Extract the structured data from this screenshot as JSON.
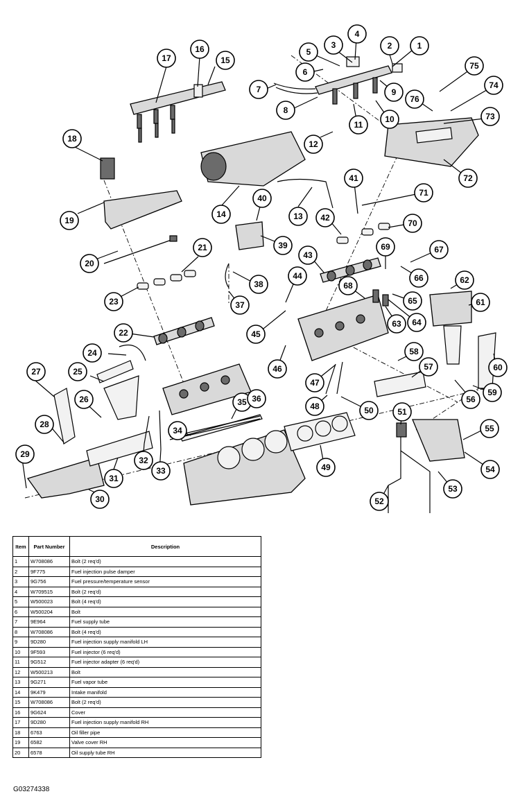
{
  "table": {
    "header": {
      "item": "Item",
      "part_number": "Part Number",
      "description": "Description"
    },
    "rows": [
      {
        "item": "1",
        "part": "W708086",
        "desc": "Bolt (2 req'd)"
      },
      {
        "item": "2",
        "part": "9F775",
        "desc": "Fuel injection pulse damper"
      },
      {
        "item": "3",
        "part": "9G756",
        "desc": "Fuel pressure/temperature sensor"
      },
      {
        "item": "4",
        "part": "W709515",
        "desc": "Bolt (2 req'd)"
      },
      {
        "item": "5",
        "part": "W500023",
        "desc": "Bolt (4 req'd)"
      },
      {
        "item": "6",
        "part": "W500204",
        "desc": "Bolt"
      },
      {
        "item": "7",
        "part": "9E964",
        "desc": "Fuel supply tube"
      },
      {
        "item": "8",
        "part": "W708086",
        "desc": "Bolt (4 req'd)"
      },
      {
        "item": "9",
        "part": "9D280",
        "desc": "Fuel injection supply manifold LH"
      },
      {
        "item": "10",
        "part": "9F593",
        "desc": "Fuel injector (6 req'd)"
      },
      {
        "item": "11",
        "part": "9G512",
        "desc": "Fuel injector adapter (6 req'd)"
      },
      {
        "item": "12",
        "part": "W500213",
        "desc": "Bolt"
      },
      {
        "item": "13",
        "part": "9G271",
        "desc": "Fuel vapor tube"
      },
      {
        "item": "14",
        "part": "9K479",
        "desc": "Intake manifold"
      },
      {
        "item": "15",
        "part": "W708086",
        "desc": "Bolt (2 req'd)"
      },
      {
        "item": "16",
        "part": "9G624",
        "desc": "Cover"
      },
      {
        "item": "17",
        "part": "9D280",
        "desc": "Fuel injection supply manifold RH"
      },
      {
        "item": "18",
        "part": "6763",
        "desc": "Oil filler pipe"
      },
      {
        "item": "19",
        "part": "6582",
        "desc": "Valve cover RH"
      },
      {
        "item": "20",
        "part": "6578",
        "desc": "Oil supply tube RH"
      }
    ]
  },
  "figure_id": "G03274338",
  "callouts": [
    "1",
    "2",
    "3",
    "4",
    "5",
    "6",
    "7",
    "8",
    "9",
    "10",
    "11",
    "12",
    "13",
    "14",
    "15",
    "16",
    "17",
    "18",
    "19",
    "20",
    "21",
    "22",
    "23",
    "24",
    "25",
    "26",
    "27",
    "28",
    "29",
    "30",
    "31",
    "32",
    "33",
    "34",
    "35",
    "36",
    "37",
    "38",
    "39",
    "40",
    "41",
    "42",
    "43",
    "44",
    "45",
    "46",
    "47",
    "48",
    "49",
    "50",
    "51",
    "52",
    "53",
    "54",
    "55",
    "56",
    "57",
    "58",
    "59",
    "60",
    "61",
    "62",
    "63",
    "64",
    "65",
    "66",
    "67",
    "68",
    "69",
    "70",
    "71",
    "72",
    "73",
    "74",
    "75",
    "76"
  ]
}
